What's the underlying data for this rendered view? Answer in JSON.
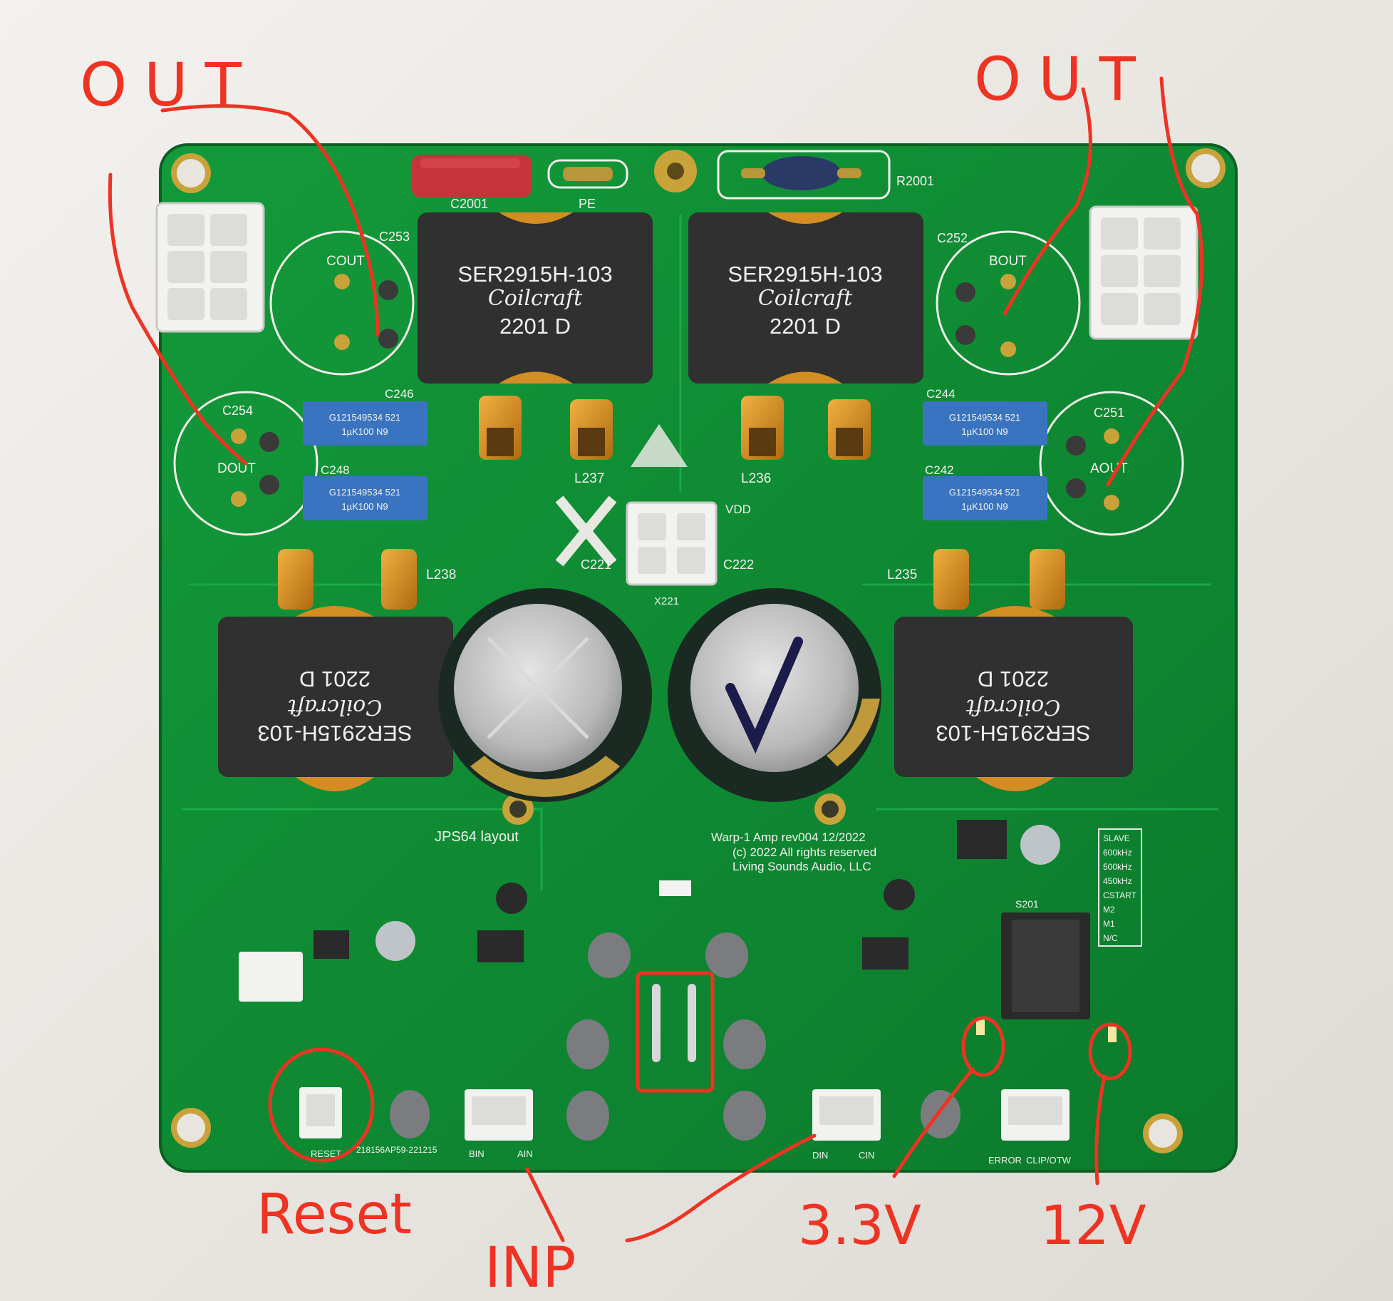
{
  "board": {
    "top_labels": {
      "cap_c2001": "C2001",
      "pe": "PE",
      "r2001": "R2001"
    },
    "coils": [
      {
        "part": "SER2915H-103",
        "brand": "Coilcraft",
        "code": "2201  D",
        "ref": "L237"
      },
      {
        "part": "SER2915H-103",
        "brand": "Coilcraft",
        "code": "2201  D",
        "ref": "L236"
      },
      {
        "part": "SER2915H-103",
        "brand": "Coilcraft",
        "code": "2201  D",
        "ref": "L238"
      },
      {
        "part": "SER2915H-103",
        "brand": "Coilcraft",
        "code": "2201  D",
        "ref": "L235"
      }
    ],
    "output_caps": [
      {
        "name": "COUT",
        "ref": "C253"
      },
      {
        "name": "BOUT",
        "ref": "C252"
      },
      {
        "name": "DOUT",
        "ref": "C254"
      },
      {
        "name": "AOUT",
        "ref": "C251"
      }
    ],
    "film_caps": [
      {
        "line1": "G121549534 521",
        "line2": "1µK100 N9",
        "ref": "C246"
      },
      {
        "line1": "G121549534 521",
        "line2": "1µK100 N9",
        "ref": "C248"
      },
      {
        "line1": "G121549534 521",
        "line2": "1µK100 N9",
        "ref": "C244"
      },
      {
        "line1": "G121549534 521",
        "line2": "1µK100 N9",
        "ref": "C242"
      }
    ],
    "center": {
      "vdd": "VDD",
      "c221": "C221",
      "c222": "C222",
      "x221": "X221"
    },
    "silkscreen": {
      "layout": "JPS64 layout",
      "title": "Warp-1 Amp rev004 12/2022",
      "copyright": "(c) 2022 All rights reserved",
      "company": "Living Sounds Audio, LLC",
      "serial": "218156AP59-221215",
      "reset": "RESET",
      "bin": "BIN",
      "ain": "AIN",
      "din": "DIN",
      "cin": "CIN",
      "error": "ERROR",
      "clip": "CLIP/OTW",
      "switch_ref": "S201",
      "freq_list": [
        "SLAVE",
        "600kHz",
        "500kHz",
        "450kHz",
        "CSTART",
        "M2",
        "M1",
        "N/C"
      ]
    }
  },
  "annotations": {
    "out_left": "OUT",
    "out_right": "OUT",
    "reset": "Reset",
    "inp": "INP",
    "v33": "3.3V",
    "v12": "12V"
  }
}
